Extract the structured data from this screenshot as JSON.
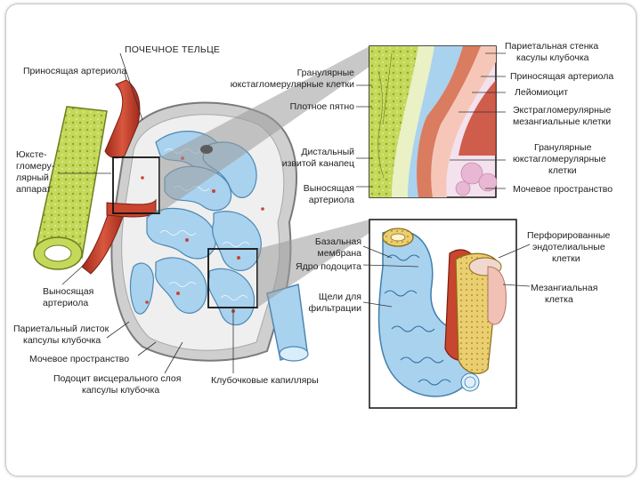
{
  "title": "ПОЧЕЧНОЕ ТЕЛЬЦЕ",
  "left_labels": {
    "afferent": "Приносящая артериола",
    "jga_1": "Юксте-",
    "jga_2": "гломеру-",
    "jga_3": "лярный",
    "jga_4": "аппарат",
    "efferent_1": "Выносящая",
    "efferent_2": "артериола",
    "parietal_1": "Париетальный листок",
    "parietal_2": "капсулы клубочка",
    "urinary_space": "Мочевое пространство",
    "podocyte_1": "Подоцит висцерального слоя",
    "podocyte_2": "капсулы клубочка",
    "capillaries": "Клубочковые капилляры"
  },
  "center_labels": {
    "granular_1": "Гранулярные",
    "granular_2": "юкстагломерулярные клетки",
    "macula_densa": "Плотное пятно",
    "distal_1": "Дистальный",
    "distal_2": "извитой канапец",
    "efferent_1": "Выносящая",
    "efferent_2": "артериола",
    "basal_1": "Базальная",
    "basal_2": "мембрана",
    "podocyte_nucleus": "Ядро подоцита",
    "slits_1": "Щели для",
    "slits_2": "фильтрации"
  },
  "right_labels": {
    "parietal_wall_1": "Париетальная стенка",
    "parietal_wall_2": "касулы клубочка",
    "afferent": "Приносящая артериола",
    "leiomyocyte": "Лейомиоцит",
    "extraglom_1": "Экстрагломерулярные",
    "extraglom_2": "мезангиальные клетки",
    "granular_1": "Гранулярные",
    "granular_2": "юкстагломерулярные",
    "granular_3": "клетки",
    "urinary_space": "Мочевое пространство",
    "perforated_1": "Перфорированные",
    "perforated_2": "эндотелиальные",
    "perforated_3": "клетки",
    "mesangial_1": "Мезангиальная",
    "mesangial_2": "клетка"
  },
  "colors": {
    "tubule_green": "#b9cf4a",
    "artery_red": "#c8452f",
    "capillary_blue": "#a9d2ee",
    "capsule_gray": "#8c8c8c",
    "label_text": "#222222"
  }
}
